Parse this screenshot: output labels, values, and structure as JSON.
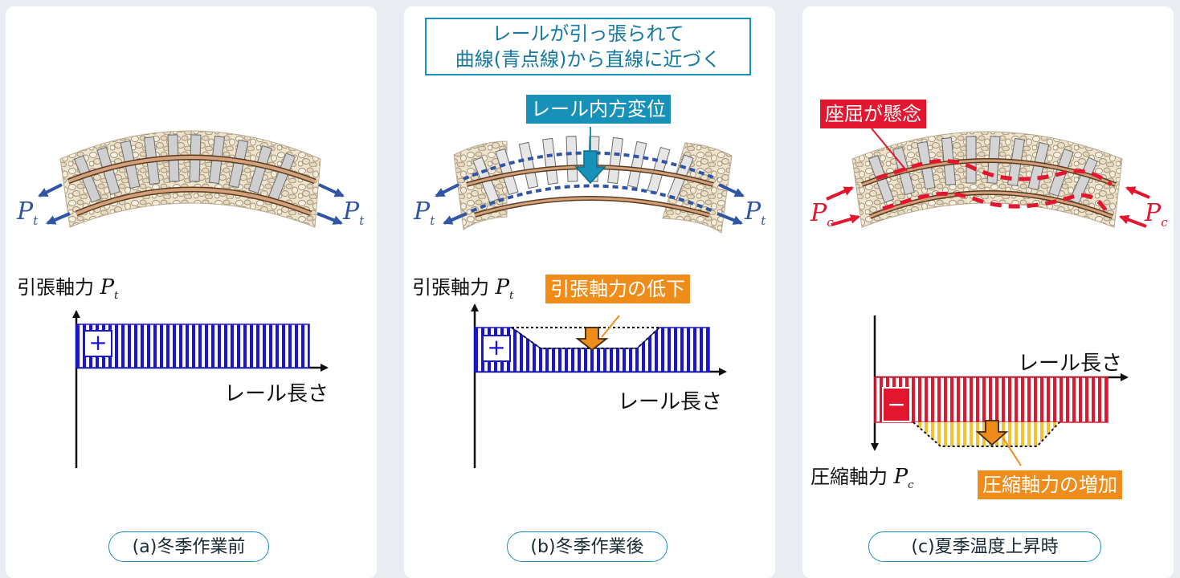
{
  "panels": [
    {
      "caption": "(a)冬季作業前",
      "axis_label": "引張軸力",
      "axis_symbol": "P",
      "axis_sub": "t",
      "length_label": "レール長さ",
      "sign": "+",
      "force_symbol": "P",
      "force_sub": "t"
    },
    {
      "caption": "(b)冬季作業後",
      "axis_label": "引張軸力",
      "axis_symbol": "P",
      "axis_sub": "t",
      "length_label": "レール長さ",
      "sign": "+",
      "force_symbol": "P",
      "force_sub": "t",
      "callout_line1": "レールが引っ張られて",
      "callout_line2": "曲線(青点線)から直線に近づく",
      "tag_displacement": "レール内方変位",
      "tag_decrease": "引張軸力の低下"
    },
    {
      "caption": "(c)夏季温度上昇時",
      "axis_label": "圧縮軸力",
      "axis_symbol": "P",
      "axis_sub": "c",
      "length_label": "レール長さ",
      "sign": "−",
      "force_symbol": "P",
      "force_sub": "c",
      "tag_buckling": "座屈が懸念",
      "tag_increase": "圧縮軸力の増加"
    }
  ],
  "colors": {
    "tension_stripe": "#1a14d6",
    "compression_stripe": "#e2162e",
    "increase_stripe": "#f2c230",
    "accent_orange": "#ef8c1a",
    "accent_cyan": "#1791b8",
    "force_blue": "#2f55a4",
    "force_red": "#e2162e",
    "rail": "#c9946a",
    "ballast": "#ede0c8"
  }
}
